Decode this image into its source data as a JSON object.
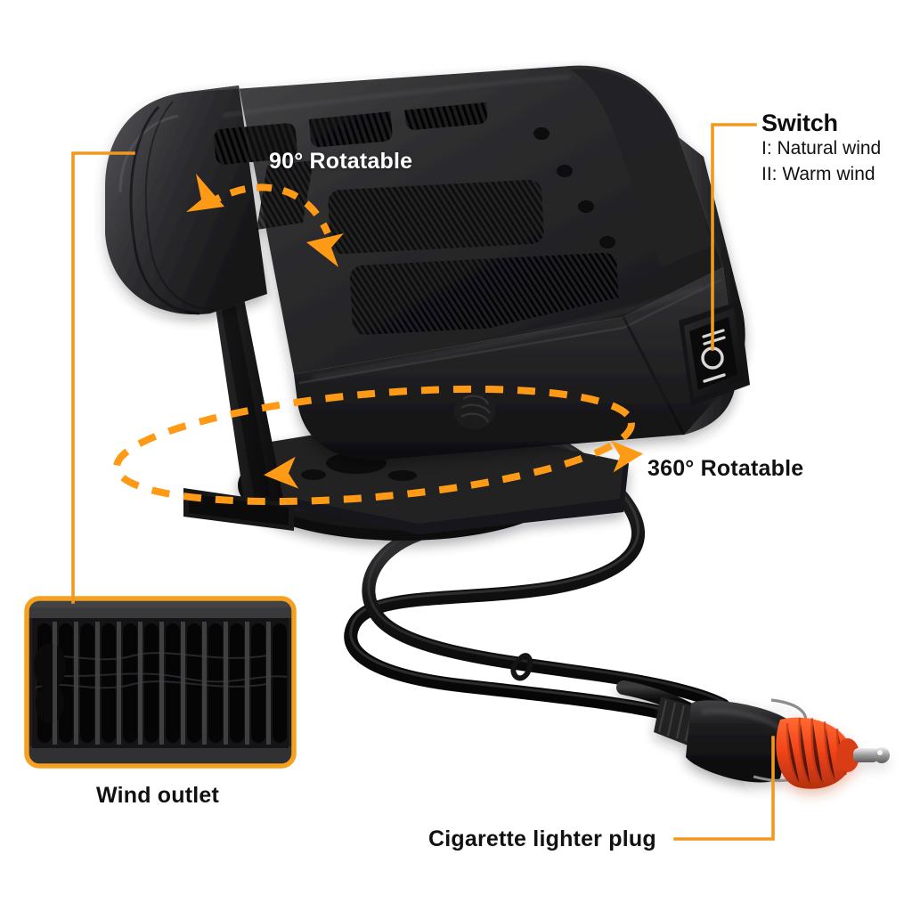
{
  "meta": {
    "background_color": "#ffffff",
    "product": "Car heater / defroster fan",
    "callout_line_color": "#F0991F",
    "rotation_arrow_color": "#FF9A16",
    "inset_border_color": "#F5A01E",
    "text_color": "#111111",
    "plug_cap_color": "#F4531B"
  },
  "callouts": {
    "switch": {
      "title": "Switch",
      "lines": [
        "I: Natural wind",
        "II: Warm wind"
      ]
    },
    "rotate_90": {
      "label": "90° Rotatable"
    },
    "rotate_360": {
      "label": "360° Rotatable"
    },
    "wind_outlet": {
      "label": "Wind outlet"
    },
    "plug": {
      "label": "Cigarette lighter plug"
    }
  },
  "switch_markings": {
    "top": "II",
    "middle": "O",
    "bottom": "I"
  }
}
